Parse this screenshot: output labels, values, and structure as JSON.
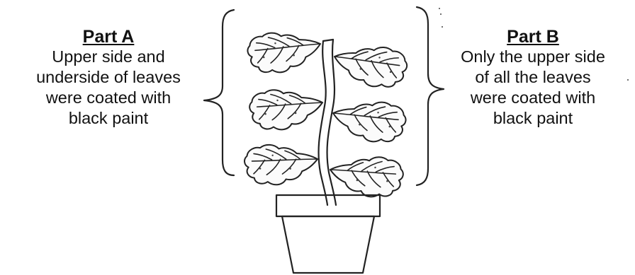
{
  "part_a": {
    "title": "Part A",
    "lines": [
      "Upper side and",
      "underside of leaves",
      "were coated with",
      "black paint"
    ]
  },
  "part_b": {
    "title": "Part B",
    "lines": [
      "Only the upper side",
      "of all the leaves",
      "were coated with",
      "black paint"
    ]
  }
}
